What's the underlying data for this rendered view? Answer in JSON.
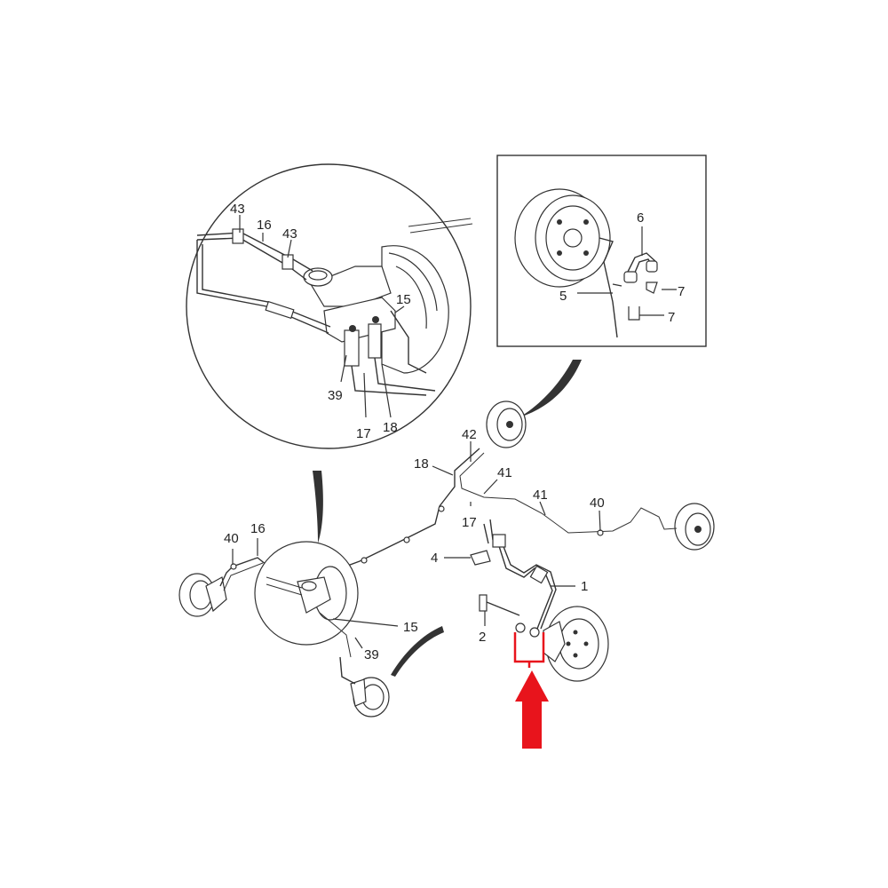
{
  "callouts": {
    "detail_master": {
      "c43a": "43",
      "c16": "16",
      "c43b": "43",
      "c15": "15",
      "c39": "39",
      "c17": "17",
      "c18": "18"
    },
    "detail_drum": {
      "c6": "6",
      "c5": "5",
      "c7a": "7",
      "c7b": "7"
    },
    "main": {
      "c42": "42",
      "c18": "18",
      "c41a": "41",
      "c41b": "41",
      "c40r": "40",
      "c17": "17",
      "c4": "4",
      "c1": "1",
      "c40l": "40",
      "c16": "16",
      "c15": "15",
      "c39": "39",
      "c2": "2"
    }
  },
  "colors": {
    "line": "#333333",
    "highlight": "#e8141c",
    "background": "#ffffff"
  }
}
